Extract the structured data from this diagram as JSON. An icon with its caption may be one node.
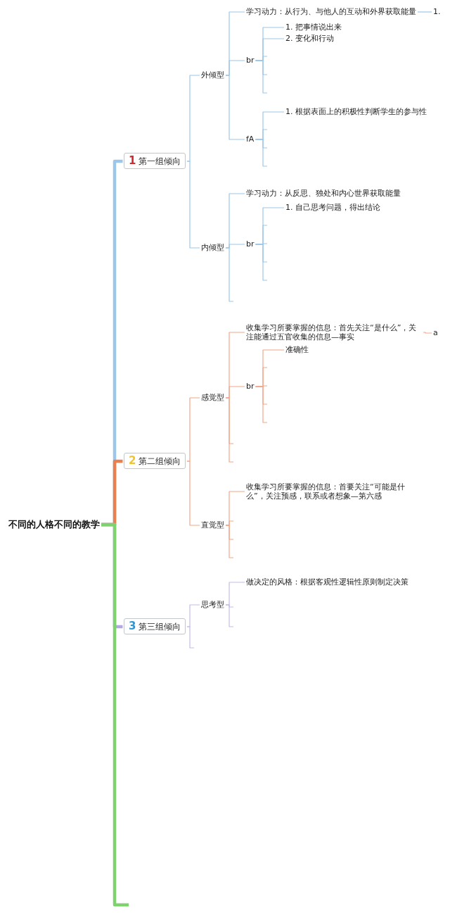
{
  "diagram": {
    "nodes": [
      {
        "text": [
          "不同的人格不同的教学"
        ]
      },
      {
        "text": [
          "1",
          "第一组倾向"
        ]
      },
      {
        "text": [
          "外倾型"
        ]
      },
      {
        "text": [
          "学习动力：从行为、与他人的互动和外界获取能量"
        ]
      },
      {
        "text": [
          "1."
        ]
      },
      {
        "text": [
          "br"
        ]
      },
      {
        "text": [
          "1. 把事情说出来"
        ]
      },
      {
        "text": [
          "2. 变化和行动"
        ]
      },
      {
        "text": [
          "fA"
        ]
      },
      {
        "text": [
          "1. 根据表面上的积极性判断学生的参与性"
        ]
      },
      {
        "text": [
          "内倾型"
        ]
      },
      {
        "text": [
          "学习动力：从反思、独处和内心世界获取能量"
        ]
      },
      {
        "text": [
          "br"
        ]
      },
      {
        "text": [
          "1. 自己思考问题，得出结论"
        ]
      },
      {
        "text": [
          "2",
          "第二组倾向"
        ]
      },
      {
        "text": [
          "感觉型"
        ]
      },
      {
        "text": [
          "收集学习所要掌握的信息：首先关注“是什么”，关注能通过五官收集的信息—事实"
        ]
      },
      {
        "text": [
          "a"
        ]
      },
      {
        "text": [
          "br"
        ]
      },
      {
        "text": [
          "准确性"
        ]
      },
      {
        "text": [
          "直觉型"
        ]
      },
      {
        "text": [
          "收集学习所要掌握的信息：首要关注“可能是什么”，关注预感，联系或者想象—第六感"
        ]
      },
      {
        "text": [
          "3",
          "第三组倾向"
        ]
      },
      {
        "text": [
          "思考型"
        ]
      },
      {
        "text": [
          "做决定的风格：根据客观性逻辑性原则制定决策"
        ]
      }
    ],
    "edges": [
      {
        "from": 0,
        "to": 1,
        "arrow": "none",
        "style": "thick"
      },
      {
        "from": 1,
        "to": 2,
        "arrow": "none"
      },
      {
        "from": 2,
        "to": 3,
        "arrow": "none"
      },
      {
        "from": 3,
        "to": 4,
        "arrow": "none"
      },
      {
        "from": 2,
        "to": 5,
        "arrow": "none"
      },
      {
        "from": 5,
        "to": 6,
        "arrow": "none"
      },
      {
        "from": 5,
        "to": 7,
        "arrow": "none"
      },
      {
        "from": 5,
        "to": null,
        "arrow": "none"
      },
      {
        "from": 5,
        "to": null,
        "arrow": "none"
      },
      {
        "from": 5,
        "to": null,
        "arrow": "none"
      },
      {
        "from": 2,
        "to": 8,
        "arrow": "none"
      },
      {
        "from": 8,
        "to": 9,
        "arrow": "none"
      },
      {
        "from": 8,
        "to": null,
        "arrow": "none"
      },
      {
        "from": 8,
        "to": null,
        "arrow": "none"
      },
      {
        "from": 8,
        "to": null,
        "arrow": "none"
      },
      {
        "from": 1,
        "to": 10,
        "arrow": "none"
      },
      {
        "from": 10,
        "to": 11,
        "arrow": "none"
      },
      {
        "from": 10,
        "to": 12,
        "arrow": "none"
      },
      {
        "from": 12,
        "to": 13,
        "arrow": "none"
      },
      {
        "from": 12,
        "to": null,
        "arrow": "none"
      },
      {
        "from": 12,
        "to": null,
        "arrow": "none"
      },
      {
        "from": 12,
        "to": null,
        "arrow": "none"
      },
      {
        "from": 12,
        "to": null,
        "arrow": "none"
      },
      {
        "from": 10,
        "to": null,
        "arrow": "none"
      },
      {
        "from": 0,
        "to": 14,
        "arrow": "none",
        "style": "thick",
        "color": "#e8804f"
      },
      {
        "from": 14,
        "to": 15,
        "arrow": "none",
        "color": "#f2a88a"
      },
      {
        "from": 15,
        "to": 16,
        "arrow": "none",
        "color": "#f2a88a"
      },
      {
        "from": 16,
        "to": 17,
        "arrow": "none",
        "color": "#f2a88a"
      },
      {
        "from": 15,
        "to": 18,
        "arrow": "none",
        "color": "#f2a88a"
      },
      {
        "from": 18,
        "to": 19,
        "arrow": "none",
        "color": "#f2a88a"
      },
      {
        "from": 18,
        "to": null,
        "arrow": "none",
        "color": "#f2a88a"
      },
      {
        "from": 18,
        "to": null,
        "arrow": "none",
        "color": "#f2a88a"
      },
      {
        "from": 18,
        "to": null,
        "arrow": "none",
        "color": "#f2a88a"
      },
      {
        "from": 18,
        "to": null,
        "arrow": "none",
        "color": "#f2a88a"
      },
      {
        "from": 15,
        "to": null,
        "arrow": "none",
        "color": "#f2a88a"
      },
      {
        "from": 15,
        "to": null,
        "arrow": "none",
        "color": "#f2a88a"
      },
      {
        "from": 14,
        "to": 20,
        "arrow": "none",
        "color": "#f2a88a"
      },
      {
        "from": 20,
        "to": 21,
        "arrow": "none",
        "color": "#f2a88a"
      },
      {
        "from": 20,
        "to": null,
        "arrow": "none",
        "color": "#f2a88a"
      },
      {
        "from": 20,
        "to": null,
        "arrow": "none",
        "color": "#f2a88a"
      },
      {
        "from": 20,
        "to": null,
        "arrow": "none",
        "color": "#f2a88a"
      },
      {
        "from": 0,
        "to": 22,
        "arrow": "none",
        "style": "thick",
        "color": "#b3a9e2"
      },
      {
        "from": 22,
        "to": 23,
        "arrow": "none",
        "color": "#c4bdea"
      },
      {
        "from": 23,
        "to": 24,
        "arrow": "none",
        "color": "#c4bdea"
      },
      {
        "from": 23,
        "to": null,
        "arrow": "none",
        "color": "#c4bdea"
      },
      {
        "from": 23,
        "to": null,
        "arrow": "none",
        "color": "#c4bdea"
      },
      {
        "from": 22,
        "to": null,
        "arrow": "none",
        "color": "#c4bdea"
      },
      {
        "from": 0,
        "to": null,
        "arrow": "none",
        "style": "thick",
        "color": "#7fd36e"
      }
    ]
  }
}
